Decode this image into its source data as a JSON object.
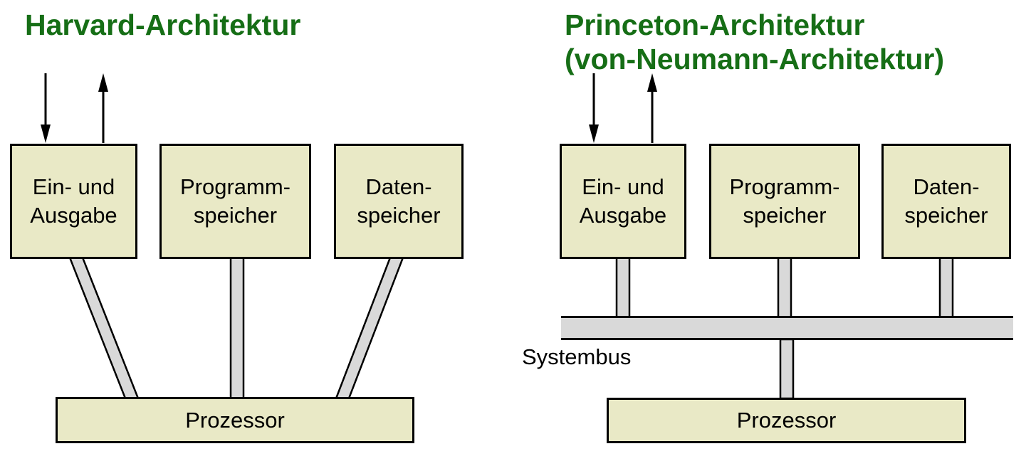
{
  "colors": {
    "title_green": "#166e16",
    "box_fill": "#e9e9c6",
    "connector_gray": "#d9d9d9",
    "outline_black": "#000000"
  },
  "harvard": {
    "title": "Harvard-Architektur",
    "boxes": [
      {
        "line1": "Ein- und",
        "line2": "Ausgabe"
      },
      {
        "line1": "Programm-",
        "line2": "speicher"
      },
      {
        "line1": "Daten-",
        "line2": "speicher"
      }
    ],
    "processor_label": "Prozessor"
  },
  "princeton": {
    "title_line1": "Princeton-Architektur",
    "title_line2": "(von-Neumann-Architektur)",
    "boxes": [
      {
        "line1": "Ein- und",
        "line2": "Ausgabe"
      },
      {
        "line1": "Programm-",
        "line2": "speicher"
      },
      {
        "line1": "Daten-",
        "line2": "speicher"
      }
    ],
    "bus_label": "Systembus",
    "processor_label": "Prozessor"
  }
}
